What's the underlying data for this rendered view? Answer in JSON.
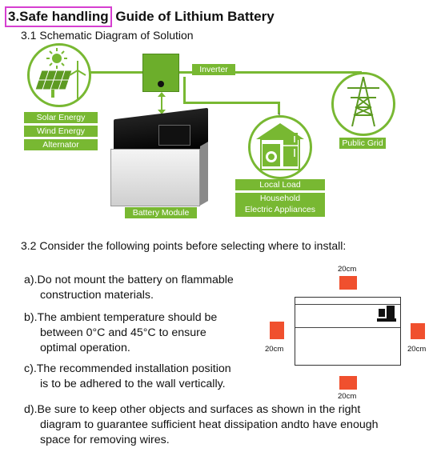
{
  "header": {
    "title_highlight": "3.Safe handling",
    "title_rest": " Guide of Lithium Battery",
    "sub1": "3.1 Schematic Diagram of Solution"
  },
  "diagram": {
    "energy_labels": [
      "Solar Energy",
      "Wind Energy",
      "Alternator"
    ],
    "inverter_label": "Inverter",
    "public_grid_label": "Public Grid",
    "local_load_label": "Local Load",
    "household_label": "Household",
    "appliances_label": "Electric Appliances",
    "battery_label": "Battery Module",
    "brand_green": "#78b832",
    "icons": [
      "sun-icon",
      "solar-panel-icon",
      "wind-turbine-icon",
      "pylon-icon",
      "house-icon",
      "washer-icon",
      "fridge-icon"
    ]
  },
  "section2": {
    "sub2": "3.2 Consider the following points before selecting where to install:",
    "items": [
      {
        "line1": "a).Do not mount the battery on flammable",
        "line2": "construction materials."
      },
      {
        "line1": "b).The ambient temperature should be",
        "line2": "between 0°C and 45°C to ensure",
        "line3": "optimal operation."
      },
      {
        "line1": "c).The recommended installation position",
        "line2": "is to be adhered to the wall vertically."
      },
      {
        "line1": "d).Be sure to keep other objects and surfaces as shown in the right",
        "line2": "diagram to guarantee sufficient heat dissipation andto have enough",
        "line3": "space for removing wires."
      }
    ],
    "clearance": {
      "top": "20cm",
      "left": "20cm",
      "right": "20cm",
      "bottom": "20cm",
      "marker_color": "#f0502e"
    }
  }
}
